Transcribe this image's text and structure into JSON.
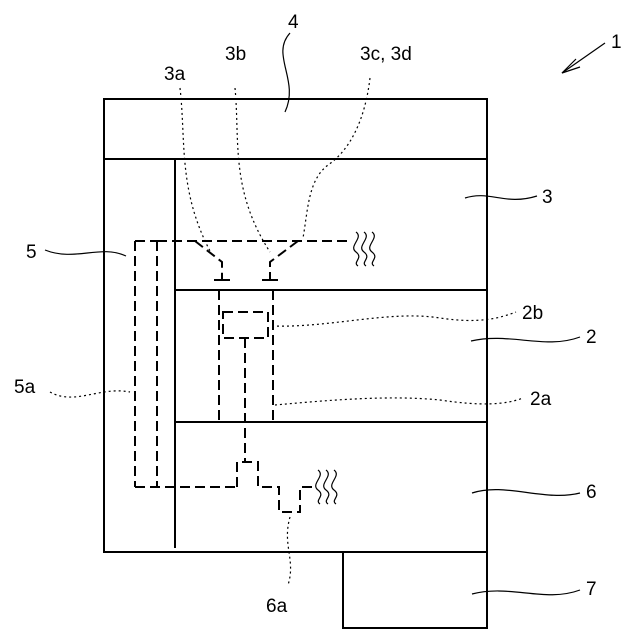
{
  "labels": {
    "device": "1",
    "section_2": "2",
    "section_2a": "2a",
    "section_2b": "2b",
    "section_3": "3",
    "section_3a": "3a",
    "section_3b": "3b",
    "section_3cd": "3c, 3d",
    "section_4": "4",
    "section_5": "5",
    "section_5a": "5a",
    "section_6": "6",
    "section_6a": "6a",
    "section_7": "7"
  }
}
